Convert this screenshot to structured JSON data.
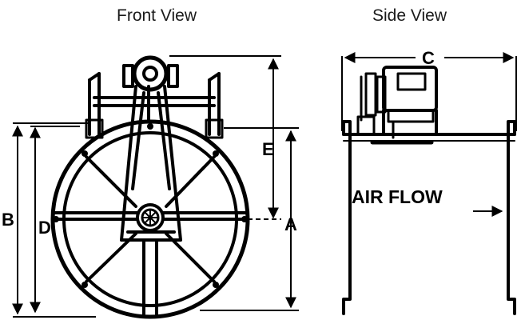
{
  "titles": {
    "front": "Front View",
    "side": "Side View"
  },
  "dimensions": {
    "a": "A",
    "b": "B",
    "c": "C",
    "d": "D",
    "e": "E"
  },
  "annotation": {
    "air_flow": "AIR FLOW"
  },
  "colors": {
    "line": "#000000",
    "background": "#ffffff"
  }
}
